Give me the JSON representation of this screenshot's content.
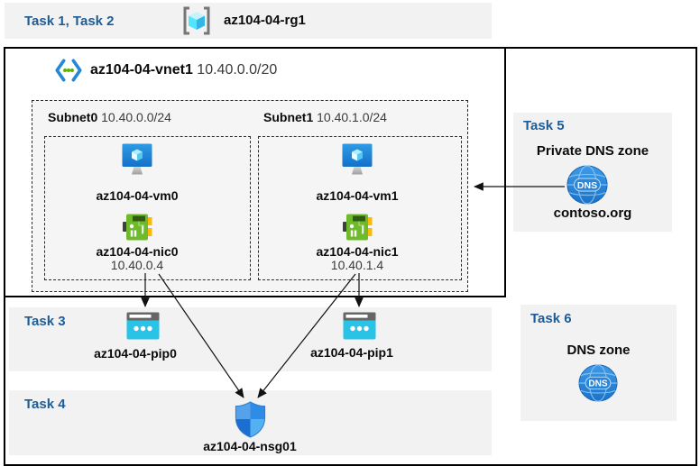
{
  "header": {
    "tasks": "Task 1, Task 2",
    "rg_name": "az104-04-rg1"
  },
  "vnet": {
    "name": "az104-04-vnet1",
    "cidr": "10.40.0.0/20"
  },
  "subnets": [
    {
      "name": "Subnet0",
      "cidr": "10.40.0.0/24",
      "vm": "az104-04-vm0",
      "nic": "az104-04-nic0",
      "ip": "10.40.0.4"
    },
    {
      "name": "Subnet1",
      "cidr": "10.40.1.0/24",
      "vm": "az104-04-vm1",
      "nic": "az104-04-nic1",
      "ip": "10.40.1.4"
    }
  ],
  "task3": {
    "label": "Task 3",
    "pip0": "az104-04-pip0",
    "pip1": "az104-04-pip1"
  },
  "task4": {
    "label": "Task 4",
    "nsg": "az104-04-nsg01"
  },
  "task5": {
    "label": "Task 5",
    "title": "Private DNS zone",
    "zone": "contoso.org",
    "icon_text": "DNS"
  },
  "task6": {
    "label": "Task 6",
    "title": "DNS zone",
    "icon_text": "DNS"
  },
  "colors": {
    "task_label_blue": "#1E5C97",
    "band_gray": "#F2F2F2",
    "azure_vm_blue": "#1B7FD4",
    "public_ip_cyan": "#29C3E8",
    "nic_green": "#6FBA2C",
    "nic_yellow": "#FFB900",
    "dns_blue": "#2E87D6",
    "shield_blue": "#2E8BE6",
    "line_black": "#111111"
  }
}
